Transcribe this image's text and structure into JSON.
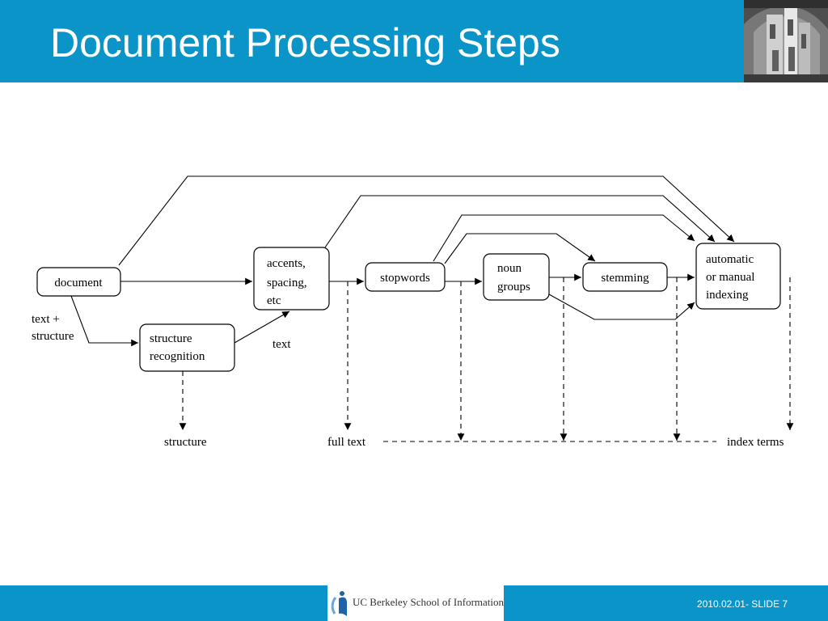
{
  "slide": {
    "title": "Document Processing Steps",
    "footer": {
      "logo_text": "UC Berkeley School of Information",
      "slide_number": "2010.02.01- SLIDE 7"
    }
  },
  "diagram": {
    "nodes": {
      "document": [
        "document"
      ],
      "accents": [
        "accents,",
        "spacing,",
        "etc"
      ],
      "structure_recognition": [
        "structure",
        "recognition"
      ],
      "stopwords": [
        "stopwords"
      ],
      "noun_groups": [
        "noun",
        "groups"
      ],
      "stemming": [
        "stemming"
      ],
      "indexing": [
        "automatic",
        "or manual",
        "indexing"
      ]
    },
    "edge_labels": {
      "text_structure": [
        "text +",
        "structure"
      ],
      "text": "text"
    },
    "outputs": {
      "structure": "structure",
      "full_text": "full text",
      "index_terms": "index terms"
    }
  }
}
